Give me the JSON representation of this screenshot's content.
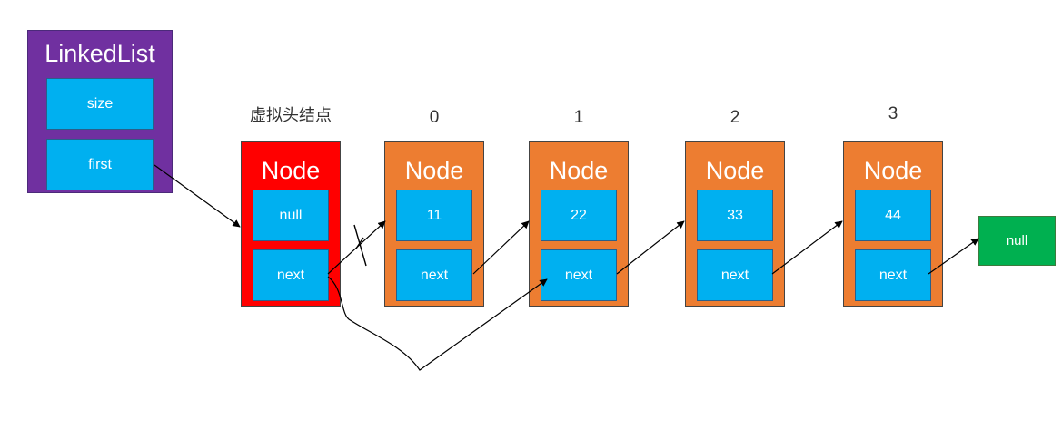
{
  "colors": {
    "linkedlist": "#7030a0",
    "field": "#00b0f0",
    "head_node": "#ff0000",
    "node": "#ed7d31",
    "null_node": "#00b050",
    "arrow": "#000000"
  },
  "linkedlist": {
    "title": "LinkedList",
    "size_label": "size",
    "first_label": "first"
  },
  "head_node": {
    "caption": "虚拟头结点",
    "title": "Node",
    "value": "null",
    "next_label": "next"
  },
  "nodes": [
    {
      "index": "0",
      "title": "Node",
      "value": "11",
      "next_label": "next"
    },
    {
      "index": "1",
      "title": "Node",
      "value": "22",
      "next_label": "next"
    },
    {
      "index": "2",
      "title": "Node",
      "value": "33",
      "next_label": "next"
    },
    {
      "index": "3",
      "title": "Node",
      "value": "44",
      "next_label": "next"
    }
  ],
  "terminal": {
    "label": "null"
  }
}
